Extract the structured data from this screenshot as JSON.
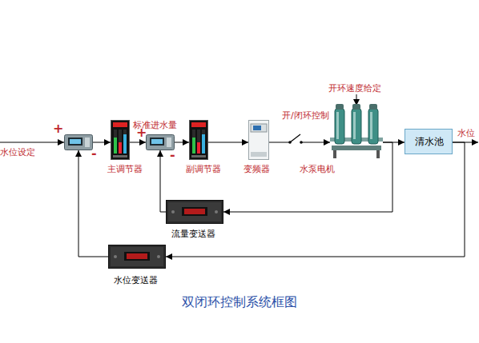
{
  "diagram": {
    "caption": "双闭环控制系统框图",
    "nodes": [
      {
        "text": [
          "+",
          "-"
        ]
      },
      {
        "text": [
          "主调节器"
        ]
      },
      {
        "text": [
          "+",
          "-"
        ]
      },
      {
        "text": [
          "副调节器"
        ]
      },
      {
        "text": [
          "变频器"
        ]
      },
      {
        "text": [
          "水泵电机"
        ]
      },
      {
        "text": [
          "清水池"
        ]
      },
      {
        "text": [
          "流量变送器"
        ]
      },
      {
        "text": [
          "水位变送器"
        ]
      }
    ],
    "edges": [
      {
        "from": 0,
        "to": 1,
        "arrow": "to"
      },
      {
        "from": 1,
        "to": 2,
        "label": "标准进水量",
        "arrow": "to"
      },
      {
        "from": 2,
        "to": 3,
        "arrow": "to"
      },
      {
        "from": 3,
        "to": 4,
        "arrow": "to"
      },
      {
        "from": 4,
        "to": 5,
        "label": "开/闭环控制",
        "arrow": "to"
      },
      {
        "from": 5,
        "to": 6,
        "arrow": "to"
      },
      {
        "from": 5,
        "to": 7,
        "arrow": "to"
      },
      {
        "from": 7,
        "to": 2,
        "arrow": "to"
      },
      {
        "from": 6,
        "to": 8,
        "arrow": "to"
      },
      {
        "from": 8,
        "to": 0,
        "arrow": "to"
      }
    ],
    "labels": [
      "水位设定",
      "开环速度给定",
      "水位"
    ]
  }
}
